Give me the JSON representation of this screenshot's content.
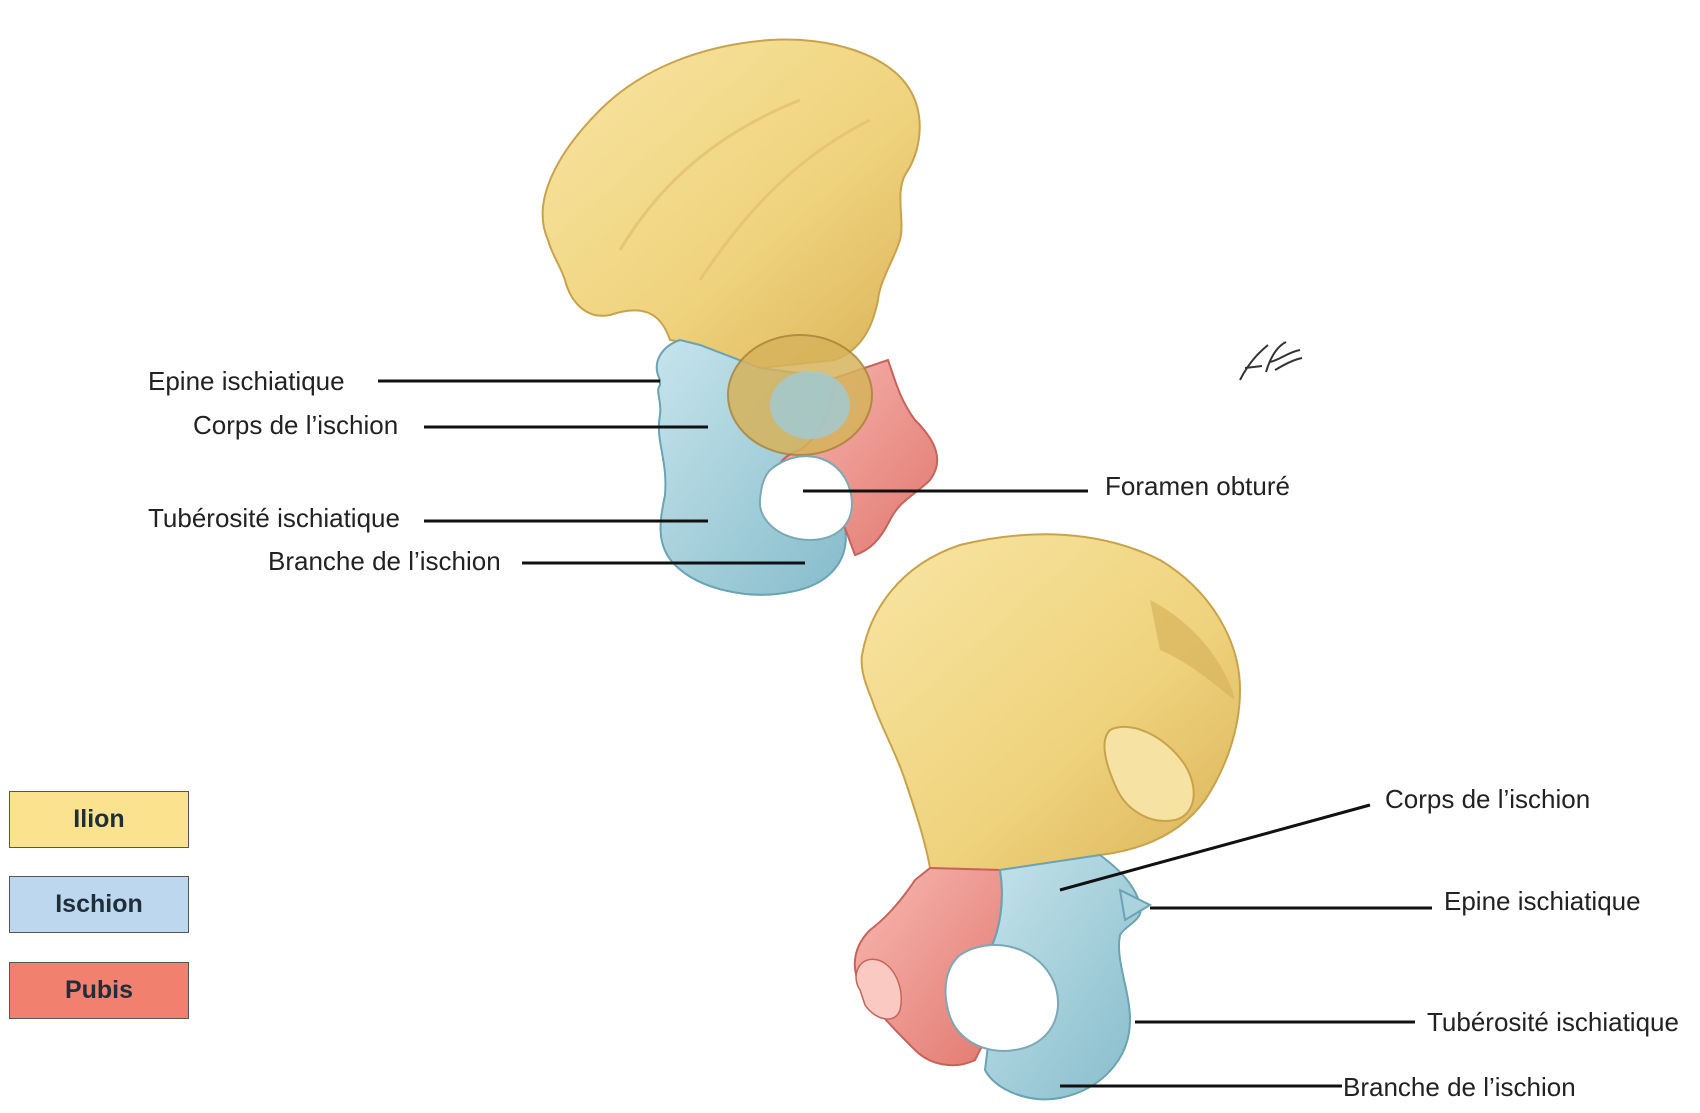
{
  "legend": [
    {
      "label": "Ilion",
      "color": "#fbe28e"
    },
    {
      "label": "Ischion",
      "color": "#bcd7ee"
    },
    {
      "label": "Pubis",
      "color": "#f2806e"
    }
  ],
  "labels_top": {
    "epine": "Epine ischiatique",
    "corps": "Corps de l’ischion",
    "tuberosite": "Tubérosité ischiatique",
    "branche": "Branche de l’ischion",
    "foramen": "Foramen obturé"
  },
  "labels_bottom": {
    "corps": "Corps de l’ischion",
    "epine": "Epine ischiatique",
    "tuberosite": "Tubérosité ischiatique",
    "branche": "Branche de l’ischion"
  },
  "colors": {
    "ilion": "#f3d98a",
    "ilion_dark": "#d9b65a",
    "ischion": "#a9d3df",
    "ischion_dark": "#7fb6c6",
    "pubis": "#f19a93",
    "pubis_dark": "#d9716a"
  }
}
